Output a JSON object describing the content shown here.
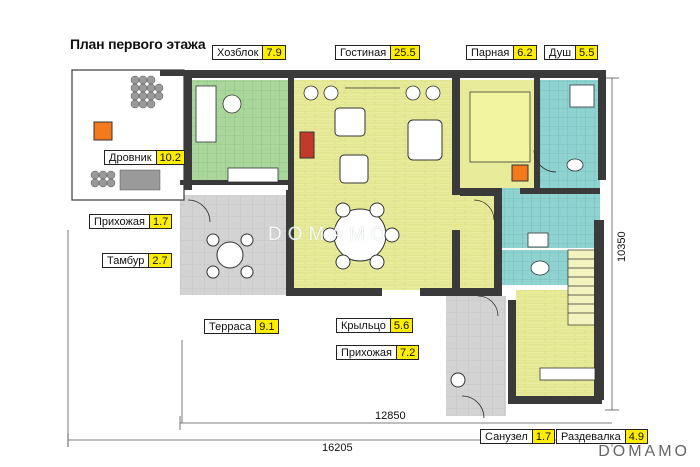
{
  "title": "План первого этажа",
  "watermark": "DOMAMO",
  "colors": {
    "wall": "#3a3a3a",
    "green_room": "#a9d79b",
    "yellow_room": "#e8ec9a",
    "bath_room": "#8fd3d0",
    "terrace": "#cfcfcf",
    "label_area": "#ffee00"
  },
  "rooms": [
    {
      "name": "Хозблок",
      "area": "7.9"
    },
    {
      "name": "Гостиная",
      "area": "25.5"
    },
    {
      "name": "Парная",
      "area": "6.2"
    },
    {
      "name": "Душ",
      "area": "5.5"
    },
    {
      "name": "Дровник",
      "area": "10.2"
    },
    {
      "name": "Прихожая",
      "area": "1.7"
    },
    {
      "name": "Тамбур",
      "area": "2.7"
    },
    {
      "name": "Терраса",
      "area": "9.1"
    },
    {
      "name": "Крыльцо",
      "area": "5.6"
    },
    {
      "name": "Прихожая",
      "area": "7.2"
    },
    {
      "name": "Санузел",
      "area": "1.7"
    },
    {
      "name": "Раздевалка",
      "area": "4.9"
    }
  ],
  "dimensions": {
    "inner_width": "12850",
    "total_width": "16205",
    "height": "10350"
  }
}
